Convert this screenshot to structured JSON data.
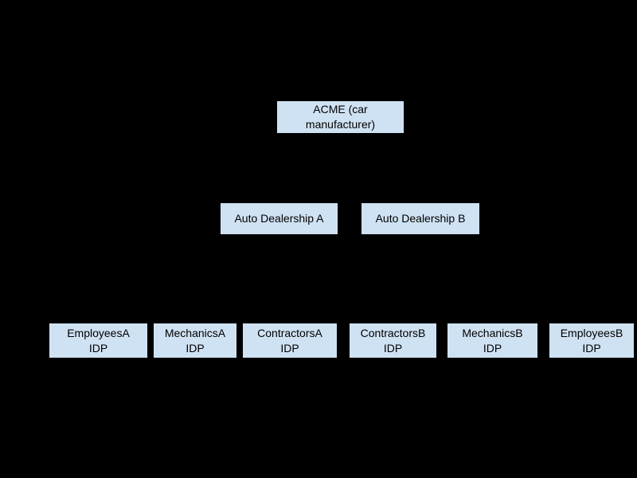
{
  "page": {
    "background_color": "#000000",
    "box_fill_color": "#cfe2f3",
    "box_text_color": "#000000"
  },
  "diagram": {
    "type": "hierarchy",
    "levels": 3,
    "nodes": {
      "acme": {
        "lines": [
          "ACME (car",
          "manufacturer)"
        ]
      },
      "dealership_a": {
        "lines": [
          "Auto Dealership A"
        ]
      },
      "dealership_b": {
        "lines": [
          "Auto Dealership B"
        ]
      },
      "employees_a": {
        "lines": [
          "EmployeesA",
          "IDP"
        ]
      },
      "mechanics_a": {
        "lines": [
          "MechanicsA",
          "IDP"
        ]
      },
      "contractors_a": {
        "lines": [
          "ContractorsA",
          "IDP"
        ]
      },
      "contractors_b": {
        "lines": [
          "ContractorsB",
          "IDP"
        ]
      },
      "mechanics_b": {
        "lines": [
          "MechanicsB",
          "IDP"
        ]
      },
      "employees_b": {
        "lines": [
          "EmployeesB",
          "IDP"
        ]
      }
    }
  }
}
